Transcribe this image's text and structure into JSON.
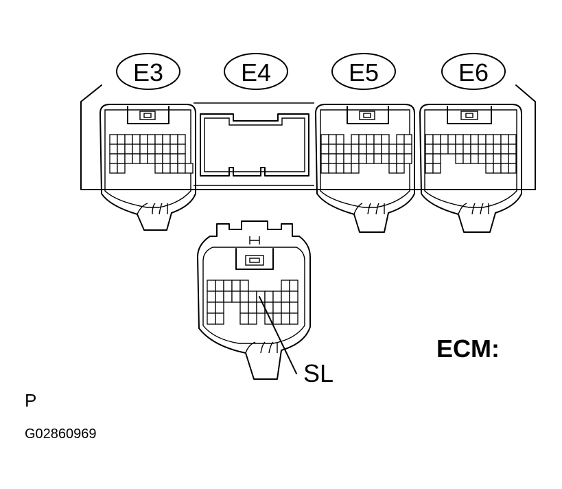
{
  "connectors": [
    {
      "id": "e3",
      "label": "E3"
    },
    {
      "id": "e4",
      "label": "E4"
    },
    {
      "id": "e5",
      "label": "E5"
    },
    {
      "id": "e6",
      "label": "E6"
    }
  ],
  "pin_label": "SL",
  "part_label": "ECM:",
  "corner_label": "P",
  "figure_code": "G02860969"
}
